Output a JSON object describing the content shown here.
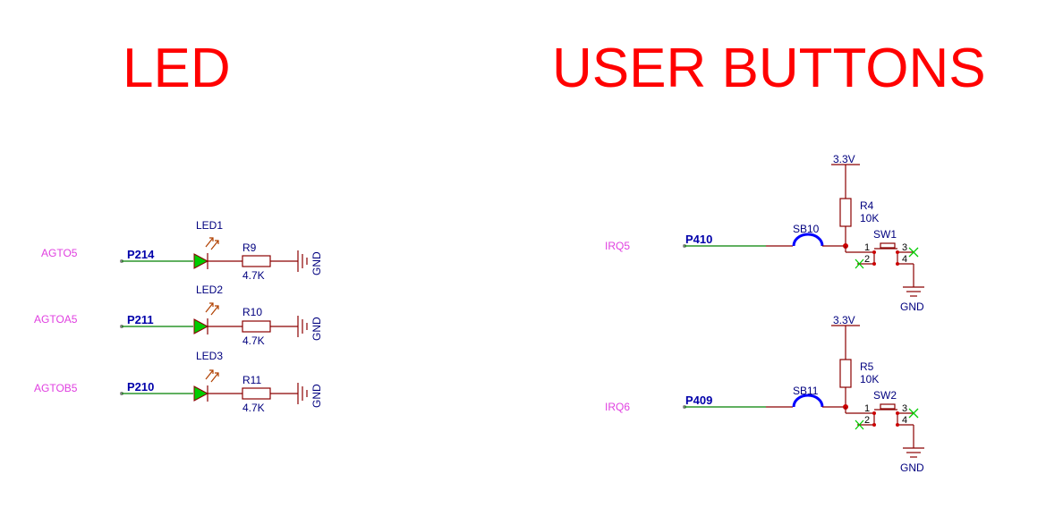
{
  "titles": {
    "led": "LED",
    "buttons": "USER BUTTONS"
  },
  "led_section": {
    "rows": [
      {
        "port": "AGTO5",
        "net": "P214",
        "led": "LED1",
        "res": "R9",
        "value": "4.7K",
        "gnd": "GND"
      },
      {
        "port": "AGTOA5",
        "net": "P211",
        "led": "LED2",
        "res": "R10",
        "value": "4.7K",
        "gnd": "GND"
      },
      {
        "port": "AGTOB5",
        "net": "P210",
        "led": "LED3",
        "res": "R11",
        "value": "4.7K",
        "gnd": "GND"
      }
    ]
  },
  "button_section": {
    "rows": [
      {
        "port": "IRQ5",
        "net": "P410",
        "supply": "3.3V",
        "res": "R4",
        "value": "10K",
        "bead": "SB10",
        "sw": "SW1",
        "pins": [
          "1",
          "2",
          "3",
          "4"
        ],
        "gnd": "GND"
      },
      {
        "port": "IRQ6",
        "net": "P409",
        "supply": "3.3V",
        "res": "R5",
        "value": "10K",
        "bead": "SB11",
        "sw": "SW2",
        "pins": [
          "1",
          "2",
          "3",
          "4"
        ],
        "gnd": "GND"
      }
    ]
  },
  "colors": {
    "title": "#ff0000",
    "net": "#0000aa",
    "wire_net": "#008000",
    "wire_part": "#8b0000",
    "port": "#e040e0",
    "led": "#00cc00",
    "bead": "#0000ff"
  }
}
